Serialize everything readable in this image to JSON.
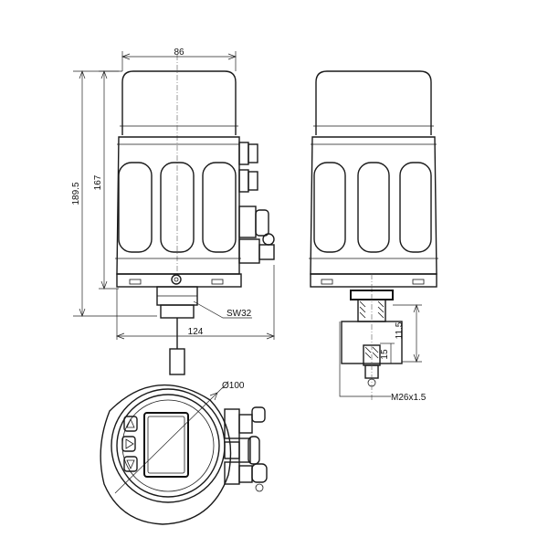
{
  "dimensions": {
    "width_top": "86",
    "height_total": "189.5",
    "height_body": "167",
    "width_overall": "124",
    "wrench_size": "SW32",
    "diameter_front": "Ø100",
    "probe_length": "11.5",
    "probe_depth": "15",
    "thread": "M26x1.5"
  },
  "colors": {
    "line": "#1a1a1a",
    "background": "#ffffff"
  }
}
